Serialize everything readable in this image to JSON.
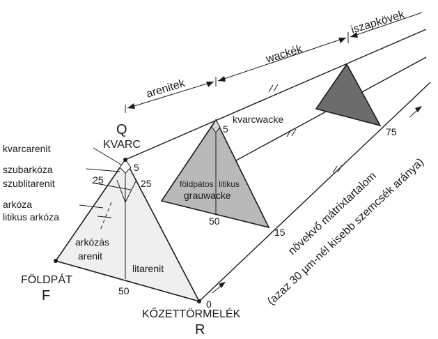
{
  "colors": {
    "tri1": "#efefef",
    "tri2": "#b9b9b9",
    "tri3": "#6c6c6c",
    "stroke": "#1a1a1a"
  },
  "ranges": {
    "arenitek": "arenitek",
    "wackek": "wackék",
    "iszapkovek": "iszapkövek"
  },
  "vertices": {
    "q_letter": "Q",
    "q_name": "KVARC",
    "f_name": "FÖLDPÁT",
    "f_letter": "F",
    "r_name": "KŐZETTÖRMELÉK",
    "r_letter": "R"
  },
  "fields": {
    "kvarcarenit": "kvarcarenit",
    "szubarkoza": "szubarkóza",
    "szublitarenit": "szublitarenit",
    "arkoza": "arkóza",
    "litikus_arkoza": "litikus arkóza",
    "arkozas_1": "arkózás",
    "arkozas_2": "arenit",
    "litarenit": "litarenit",
    "kvarcwacke": "kvarcwacke",
    "foldpatos": "földpátos",
    "litikus": "litikus",
    "grauwacke": "grauwacke"
  },
  "numbers": {
    "n5a": "5",
    "n25a": "25",
    "n25b": "25",
    "n50a": "50",
    "n0": "0",
    "n5b": "5",
    "n50b": "50",
    "n15": "15",
    "n75": "75"
  },
  "axis": {
    "line1": "növekvő mátrixtartalom",
    "line2": "(azaz 30 µm-nél kisebb szemcsék aránya)"
  }
}
